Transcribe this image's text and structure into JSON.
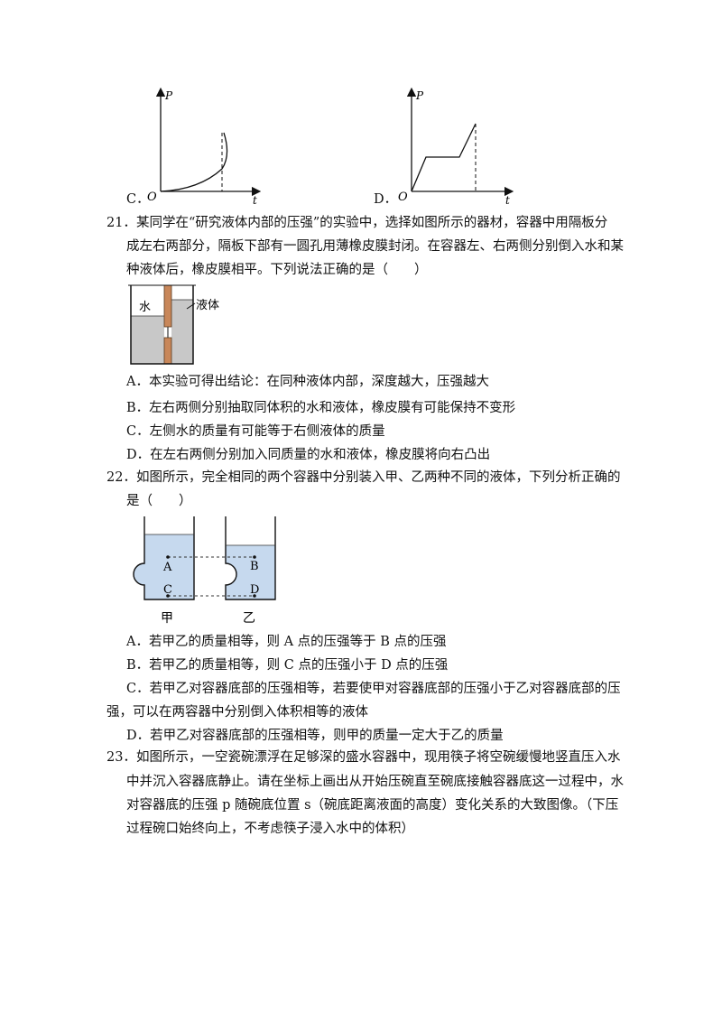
{
  "q20": {
    "option_c_label": "C．",
    "option_d_label": "D．",
    "graph_c": {
      "y_axis_label": "P",
      "x_axis_label": "t",
      "origin_label": "O"
    },
    "graph_d": {
      "y_axis_label": "P",
      "x_axis_label": "t",
      "origin_label": "O"
    }
  },
  "q21": {
    "lines": [
      "21．某同学在“研究液体内部的压强”的实验中，选择如图所示的器材，容器中用隔板分",
      "成左右两部分，隔板下部有一圆孔用薄橡皮膜封闭。在容器左、右两侧分别倒入水和某",
      "种液体后，橡皮膜相平。下列说法正确的是（　　）"
    ],
    "figure": {
      "water_label": "水",
      "liquid_label": "液体"
    },
    "options": [
      "A．本实验可得出结论：在同种液体内部，深度越大，压强越大",
      "B．左右两侧分别抽取同体积的水和液体，橡皮膜有可能保持不变形",
      "C．左侧水的质量有可能等于右侧液体的质量",
      "D．在左右两侧分别加入同质量的水和液体，橡皮膜将向右凸出"
    ]
  },
  "q22": {
    "lines": [
      "22．如图所示，完全相同的两个容器中分别装入甲、乙两种不同的液体，下列分析正确的",
      "是（　　）"
    ],
    "figure": {
      "point_a": "A",
      "point_b": "B",
      "point_c": "C",
      "point_d": "D",
      "left_label": "甲",
      "right_label": "乙"
    },
    "options": [
      "A．若甲乙的质量相等，则 A 点的压强等于 B 点的压强",
      "B．若甲乙的质量相等，则 C 点的压强小于 D 点的压强",
      "C．若甲乙对容器底部的压强相等，若要使甲对容器底部的压强小于乙对容器底部的压",
      "强，可以在两容器中分别倒入体积相等的液体",
      "D．若甲乙对容器底部的压强相等，则甲的质量一定大于乙的质量"
    ]
  },
  "q23": {
    "lines": [
      "23．如图所示，一空瓷碗漂浮在足够深的盛水容器中，现用筷子将空碗缓慢地竖直压入水",
      "中并沉入容器底静止。请在坐标上画出从开始压碗直至碗底接触容器底这一过程中，水",
      "对容器底的压强 p 随碗底位置 s（碗底距离液面的高度）变化关系的大致图像。（下压",
      "过程碗口始终向上，不考虑筷子浸入水中的体积）"
    ]
  }
}
